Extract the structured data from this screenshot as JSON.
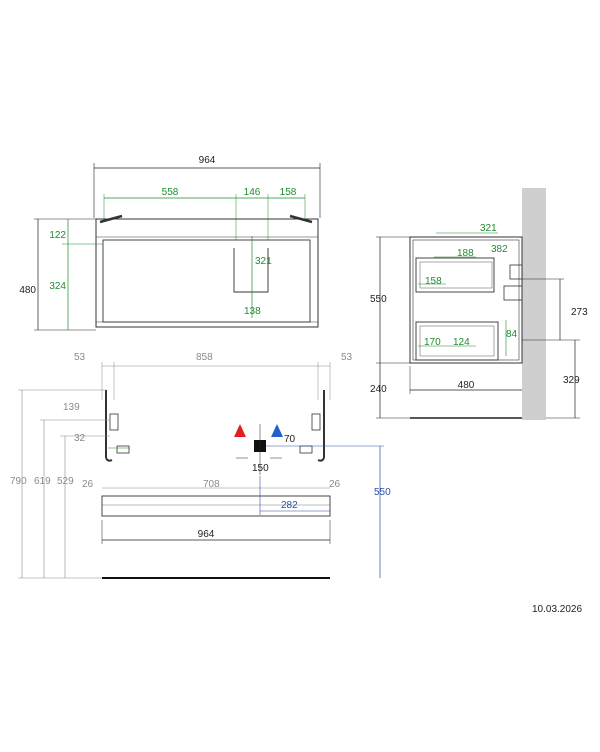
{
  "colors": {
    "outline": "#333333",
    "dim_black": "#222222",
    "dim_green": "#1e8c2e",
    "dim_grey": "#8a8a8a",
    "dim_blue": "#2a4fa8",
    "wall": "#cfcfcf",
    "hot": "#e02020",
    "cold": "#2060d0",
    "drain": "#111111"
  },
  "front_view": {
    "overall_width": "964",
    "height": "480",
    "inner_width": "558",
    "cutout_width": "146",
    "right_width": "158",
    "top_gap": "122",
    "drawer_height": "324",
    "cutout_depth": "321",
    "cutout_bottom": "138"
  },
  "side_view": {
    "inner_depth": "321",
    "top_drawer_depth": "188",
    "top_drawer_back": "382",
    "top_drawer_front": "158",
    "height": "550",
    "mount_height": "273",
    "bottom_gap": "84",
    "lower_drawer_a": "170",
    "lower_drawer_b": "124",
    "floor_height": "240",
    "depth": "480",
    "wall_height": "329"
  },
  "plan_view": {
    "left_margin": "53",
    "bracket_span": "858",
    "right_margin": "53",
    "offset_139": "139",
    "offset_32": "32",
    "dim_790": "790",
    "dim_619": "619",
    "dim_529": "529",
    "offset_26_left": "26",
    "span_708": "708",
    "offset_26_right": "26",
    "water_offset": "70",
    "drain_width": "150",
    "drain_offset": "282",
    "drain_height": "550",
    "overall_width": "964"
  },
  "date": "10.03.2026"
}
